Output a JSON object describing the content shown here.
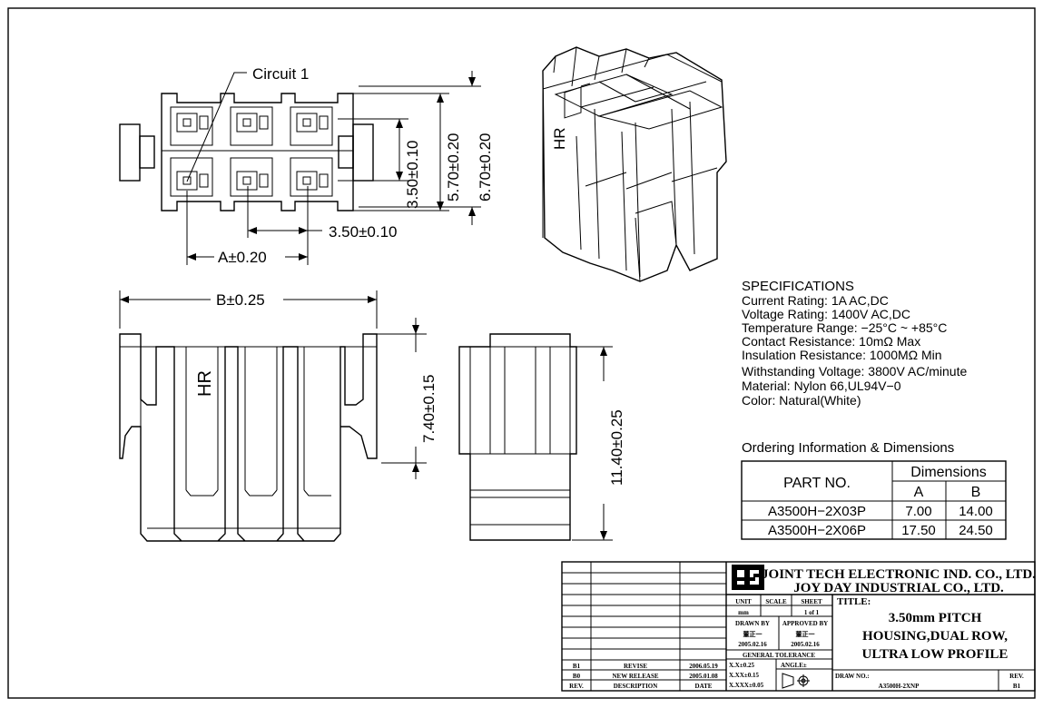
{
  "labels": {
    "circuit": "Circuit 1",
    "dim_pitch_v": "3.50±0.10",
    "dim_570": "5.70±0.20",
    "dim_670": "6.70±0.20",
    "dim_pitch_h": "3.50±0.10",
    "dim_a": "A±0.20",
    "dim_b": "B±0.25",
    "dim_740": "7.40±0.15",
    "dim_1140": "11.40±0.25",
    "hr_mark": "HR"
  },
  "specifications": {
    "heading": "SPECIFICATIONS",
    "lines": [
      "Current Rating: 1A AC,DC",
      "Voltage Rating: 1400V AC,DC",
      "Temperature Range: −25°C ~ +85°C",
      "Contact Resistance: 10mΩ Max",
      "Insulation Resistance: 1000MΩ Min",
      "Withstanding Voltage: 3800V AC/minute",
      "Material: Nylon 66,UL94V−0",
      "Color: Natural(White)"
    ]
  },
  "ordering": {
    "title": "Ordering Information & Dimensions",
    "col_part": "PART NO.",
    "col_dims": "Dimensions",
    "col_a": "A",
    "col_b": "B",
    "rows": [
      {
        "part": "A3500H−2X03P",
        "a": "7.00",
        "b": "14.00"
      },
      {
        "part": "A3500H−2X06P",
        "a": "17.50",
        "b": "24.50"
      }
    ]
  },
  "title_block": {
    "company1": "JOINT TECH ELECTRONIC IND. CO., LTD.",
    "company2": "JOY DAY INDUSTRIAL CO., LTD.",
    "unit_label": "UNIT",
    "unit_value": "mm",
    "scale_label": "SCALE",
    "sheet_label": "SHEET",
    "sheet_value": "1 of 1",
    "drawn_label": "DRAWN BY",
    "drawn_name": "董正一",
    "drawn_date": "2005.02.16",
    "approved_label": "APPROVED BY",
    "approved_name": "董正一",
    "approved_date": "2005.02.16",
    "tol_label": "GENERAL TOLERANCE",
    "tol1": "X.X±0.25",
    "tol2": "X.XX±0.15",
    "tol3": "X.XXX±0.05",
    "angle_label": "ANGLE±",
    "title_label": "TITLE:",
    "title1": "3.50mm PITCH",
    "title2": "HOUSING,DUAL ROW,",
    "title3": "ULTRA LOW PROFILE",
    "drawno_label": "DRAW NO.:",
    "drawno_value": "A3500H-2XNP",
    "rev_label": "REV.",
    "rev_value": "B1",
    "rev_rows": [
      {
        "rev": "B1",
        "desc": "REVISE",
        "date": "2006.05.19"
      },
      {
        "rev": "B0",
        "desc": "NEW RELEASE",
        "date": "2005.01.08"
      }
    ],
    "rev_header": {
      "rev": "REV.",
      "desc": "DESCRIPTION",
      "date": "DATE"
    }
  }
}
